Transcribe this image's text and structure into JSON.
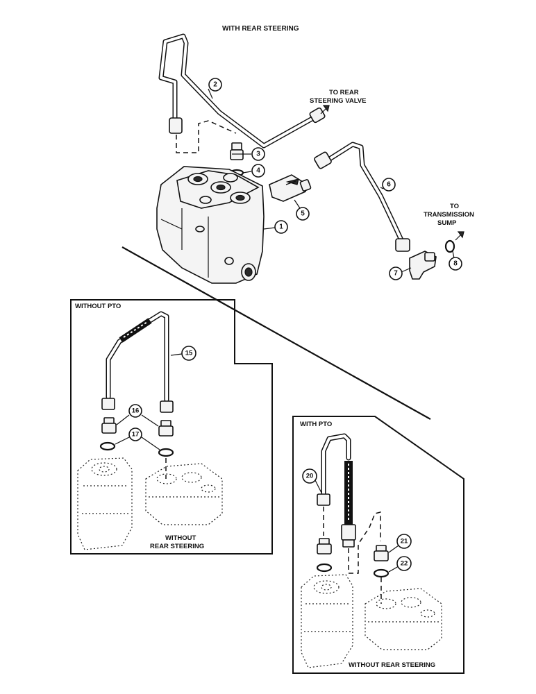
{
  "labels": {
    "top_title": "WITH REAR STEERING",
    "to_rear_1": "TO REAR",
    "to_rear_2": "STEERING VALVE",
    "to_trans_1": "TO",
    "to_trans_2": "TRANSMISSION",
    "to_trans_3": "SUMP",
    "without_pto": "WITHOUT PTO",
    "with_pto": "WITH PTO",
    "without_rear_1": "WITHOUT",
    "without_rear_2": "REAR STEERING",
    "without_rear_full": "WITHOUT REAR STEERING"
  },
  "callouts": {
    "c1": "1",
    "c2": "2",
    "c3": "3",
    "c4": "4",
    "c5": "5",
    "c6": "6",
    "c7": "7",
    "c8": "8",
    "c15": "15",
    "c16": "16",
    "c17": "17",
    "c20": "20",
    "c21": "21",
    "c22": "22"
  },
  "colors": {
    "ink": "#111111",
    "paper": "#ffffff"
  }
}
